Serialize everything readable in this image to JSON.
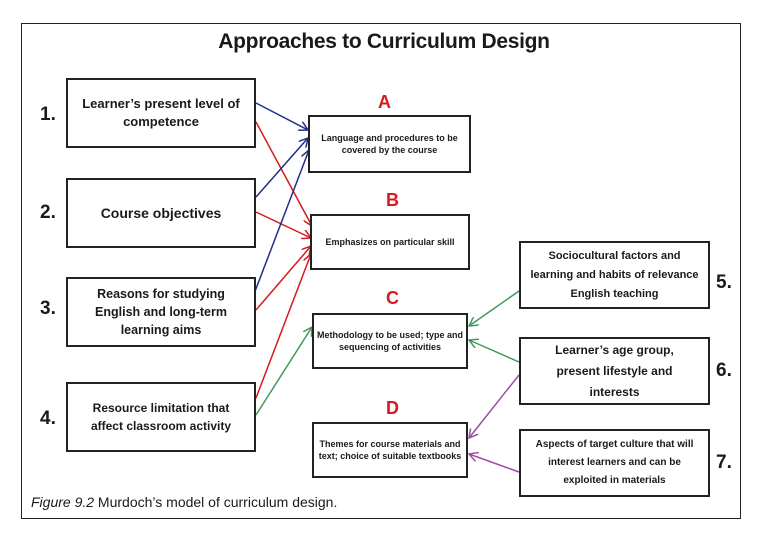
{
  "title": "Approaches to Curriculum Design",
  "left_factors": [
    {
      "number": "1.",
      "text": "Learner’s present level of competence"
    },
    {
      "number": "2.",
      "text": "Course objectives"
    },
    {
      "number": "3.",
      "text": "Reasons for studying English and long-term learning aims"
    },
    {
      "number": "4.",
      "text": "Resource limitation that affect classroom activity"
    }
  ],
  "outcomes": [
    {
      "letter": "A",
      "text": "Language and procedures to be covered by the course"
    },
    {
      "letter": "B",
      "text": "Emphasizes on particular skill"
    },
    {
      "letter": "C",
      "text": "Methodology to be used; type and sequencing of activities"
    },
    {
      "letter": "D",
      "text": "Themes for course materials and text; choice of suitable textbooks"
    }
  ],
  "right_factors": [
    {
      "number": "5.",
      "text": "Sociocultural factors and learning and habits of relevance English teaching"
    },
    {
      "number": "6.",
      "text": "Learner’s age group, present lifestyle and interests"
    },
    {
      "number": "7.",
      "text": "Aspects of target culture that will interest learners and can be exploited in materials"
    }
  ],
  "connections": [
    {
      "from": "1",
      "to": "A",
      "color": "#1f2f8a"
    },
    {
      "from": "1",
      "to": "B",
      "color": "#d71920"
    },
    {
      "from": "2",
      "to": "A",
      "color": "#1f2f8a"
    },
    {
      "from": "2",
      "to": "B",
      "color": "#d71920"
    },
    {
      "from": "3",
      "to": "A",
      "color": "#1f2f8a"
    },
    {
      "from": "3",
      "to": "B",
      "color": "#d71920"
    },
    {
      "from": "4",
      "to": "B",
      "color": "#d71920"
    },
    {
      "from": "4",
      "to": "C",
      "color": "#3e9a5a"
    },
    {
      "from": "5",
      "to": "C",
      "color": "#3e9a5a"
    },
    {
      "from": "6",
      "to": "C",
      "color": "#3e9a5a"
    },
    {
      "from": "6",
      "to": "D",
      "color": "#9b4fa0"
    },
    {
      "from": "7",
      "to": "D",
      "color": "#9b4fa0"
    }
  ],
  "caption": {
    "figure_label": "Figure 9.2",
    "text": " Murdoch’s model of curriculum design."
  }
}
